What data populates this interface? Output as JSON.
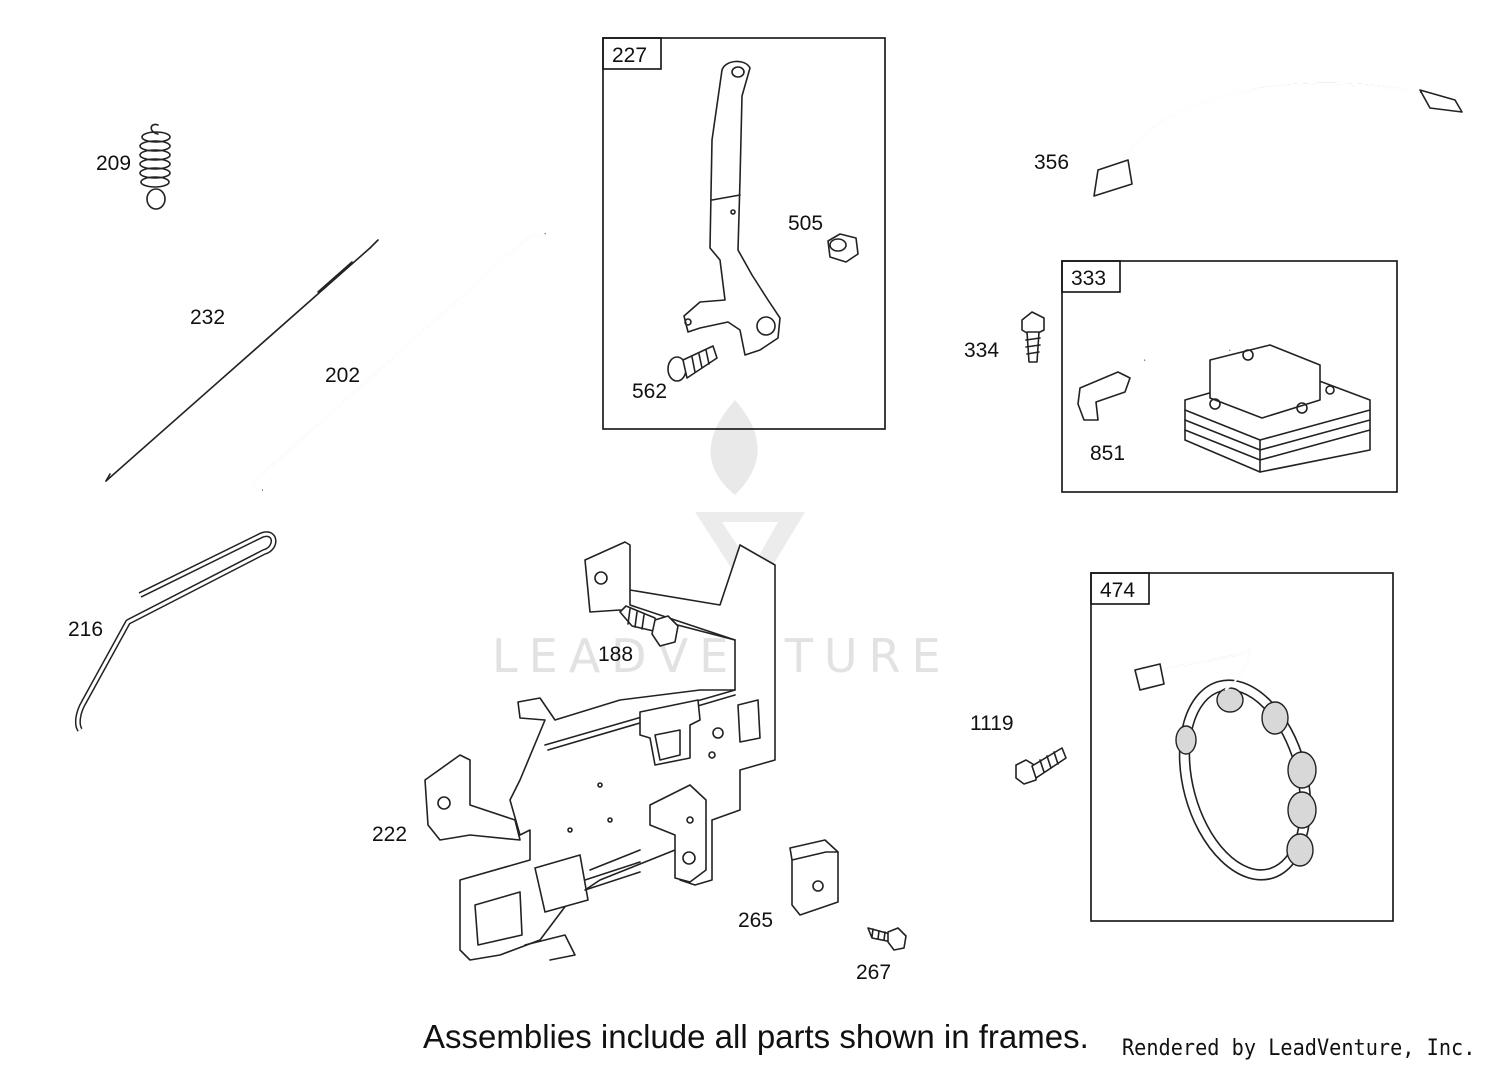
{
  "diagram": {
    "parts": [
      {
        "ref": "209"
      },
      {
        "ref": "232"
      },
      {
        "ref": "202"
      },
      {
        "ref": "216"
      },
      {
        "ref": "227",
        "framed": true
      },
      {
        "ref": "505"
      },
      {
        "ref": "562"
      },
      {
        "ref": "356"
      },
      {
        "ref": "333",
        "framed": true
      },
      {
        "ref": "334"
      },
      {
        "ref": "851"
      },
      {
        "ref": "474",
        "framed": true
      },
      {
        "ref": "1119"
      },
      {
        "ref": "188"
      },
      {
        "ref": "222"
      },
      {
        "ref": "265"
      },
      {
        "ref": "267"
      }
    ],
    "labels": {
      "p209": "209",
      "p232": "232",
      "p202": "202",
      "p216": "216",
      "p227": "227",
      "p505": "505",
      "p562": "562",
      "p356": "356",
      "p333": "333",
      "p334": "334",
      "p851": "851",
      "p474": "474",
      "p1119": "1119",
      "p188": "188",
      "p222": "222",
      "p265": "265",
      "p267": "267"
    }
  },
  "watermark": {
    "text": "LEADVENTURE"
  },
  "footer": {
    "note": "Assemblies include all parts shown in frames.",
    "rendered_by": "Rendered by LeadVenture, Inc."
  }
}
